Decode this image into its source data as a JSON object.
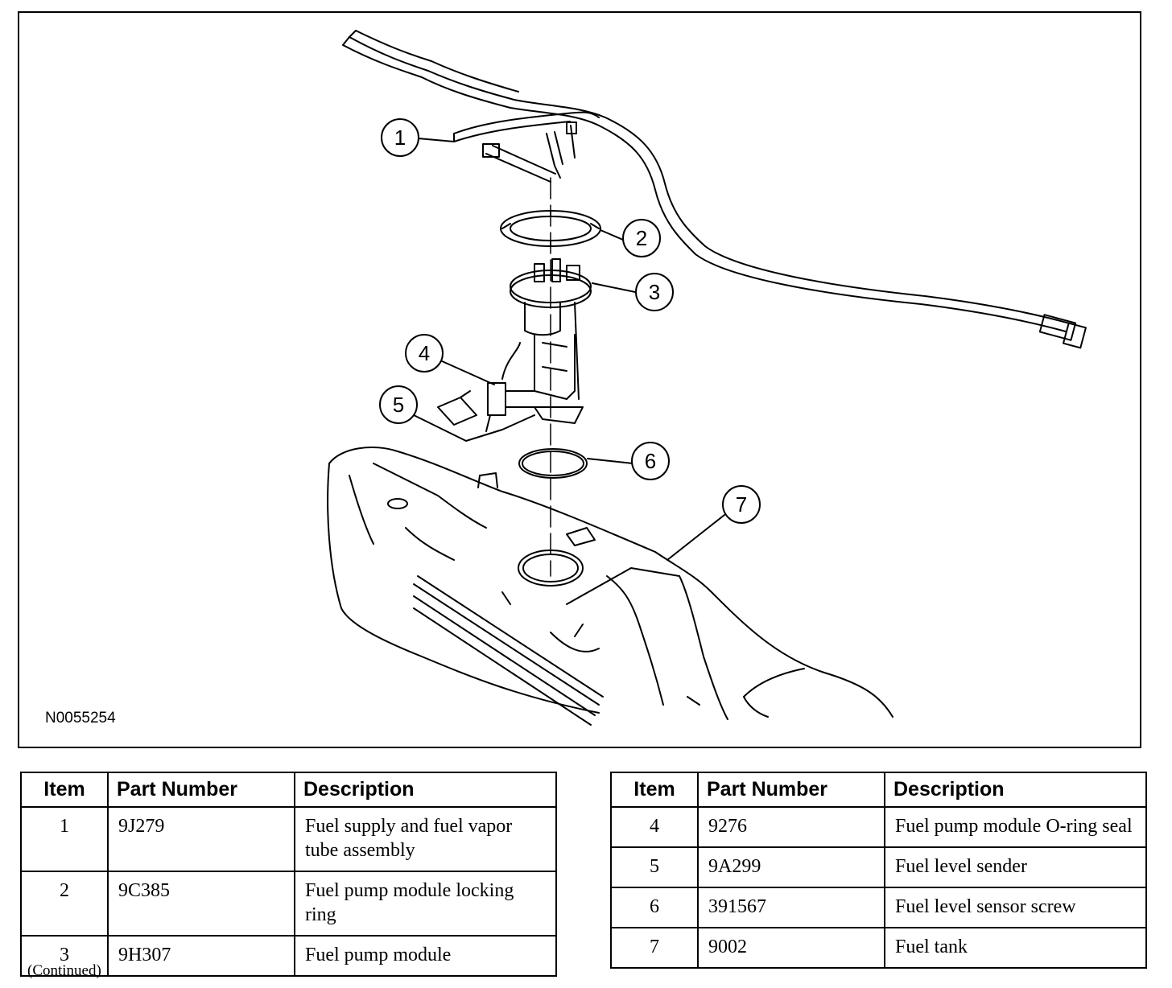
{
  "figure": {
    "code": "N0055254",
    "callouts": [
      "1",
      "2",
      "3",
      "4",
      "5",
      "6",
      "7"
    ]
  },
  "tables": {
    "headers": {
      "item": "Item",
      "part_number": "Part Number",
      "description": "Description"
    },
    "left": [
      {
        "item": "1",
        "part_number": "9J279",
        "description": "Fuel supply and fuel vapor tube assembly"
      },
      {
        "item": "2",
        "part_number": "9C385",
        "description": "Fuel pump module locking ring"
      },
      {
        "item": "3",
        "part_number": "9H307",
        "description": "Fuel pump module"
      }
    ],
    "right": [
      {
        "item": "4",
        "part_number": "9276",
        "description": "Fuel pump module O-ring seal"
      },
      {
        "item": "5",
        "part_number": "9A299",
        "description": "Fuel level sender"
      },
      {
        "item": "6",
        "part_number": "391567",
        "description": "Fuel level sensor screw"
      },
      {
        "item": "7",
        "part_number": "9002",
        "description": "Fuel tank"
      }
    ]
  },
  "footer": {
    "continued": "(Continued)"
  }
}
